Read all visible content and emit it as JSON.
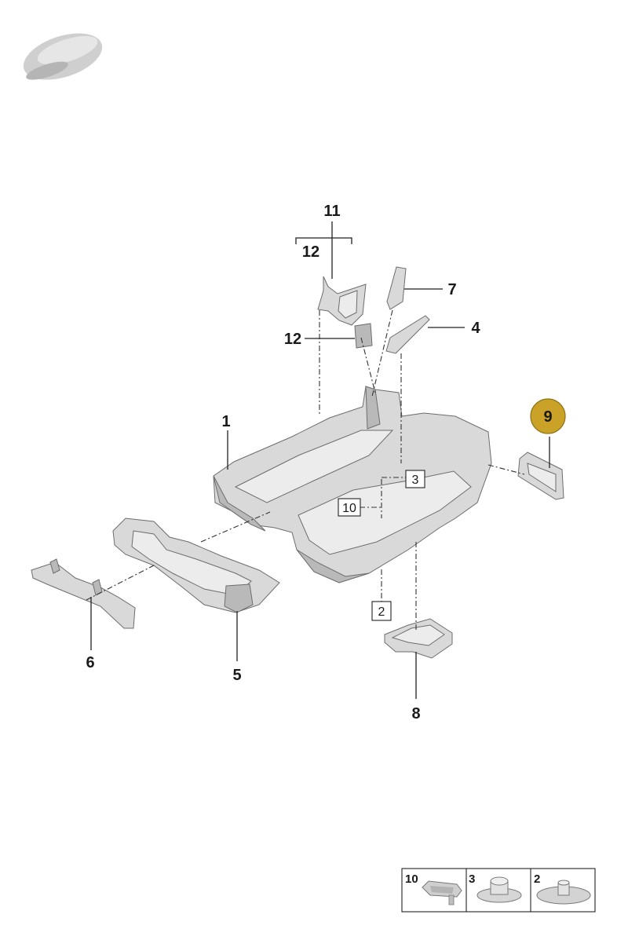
{
  "callouts": {
    "p1": "1",
    "p2": "2",
    "p3": "3",
    "p4": "4",
    "p5": "5",
    "p6": "6",
    "p7": "7",
    "p8": "8",
    "p9": "9",
    "p10": "10",
    "p11": "11",
    "p12_top": "12",
    "p12_side": "12"
  },
  "legend": {
    "items": [
      {
        "number": "10",
        "icon": "plug-cap-icon"
      },
      {
        "number": "3",
        "icon": "clip-icon"
      },
      {
        "number": "2",
        "icon": "fastener-icon"
      }
    ]
  },
  "colors": {
    "highlight": "#c9a227",
    "part_fill": "#d9d9d9",
    "line": "#222222"
  }
}
